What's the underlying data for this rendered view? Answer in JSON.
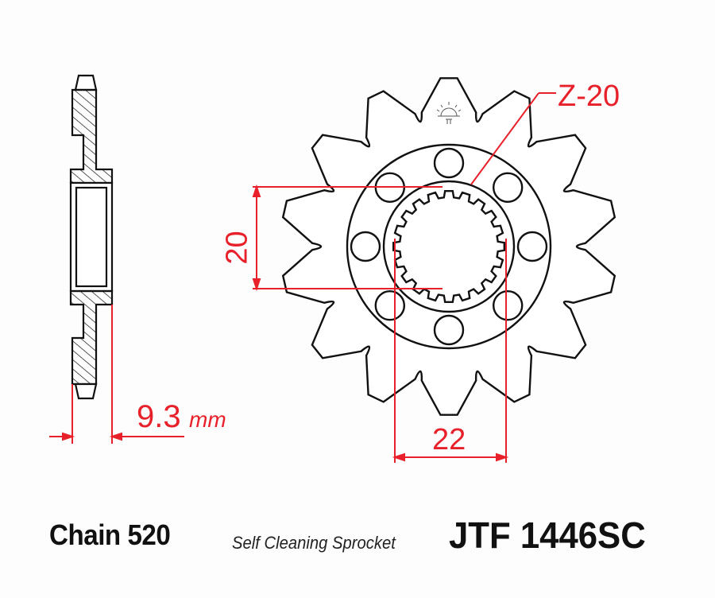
{
  "title": "JTF 1446SC front sprocket technical drawing",
  "product": {
    "chain_label": "Chain 520",
    "subtitle": "Self Cleaning Sprocket",
    "part_number": "JTF 1446SC"
  },
  "dimensions": {
    "spline_count_label": "Z-20",
    "spline_height_label": "20",
    "spline_width_label": "22",
    "thickness_value": "9.3",
    "thickness_unit": "mm"
  },
  "drawing": {
    "teeth": 14,
    "bolt_holes": 8,
    "splines": 20,
    "line_color": "#111111",
    "dimension_color": "#e8202a",
    "background": "#fdfdfd"
  }
}
